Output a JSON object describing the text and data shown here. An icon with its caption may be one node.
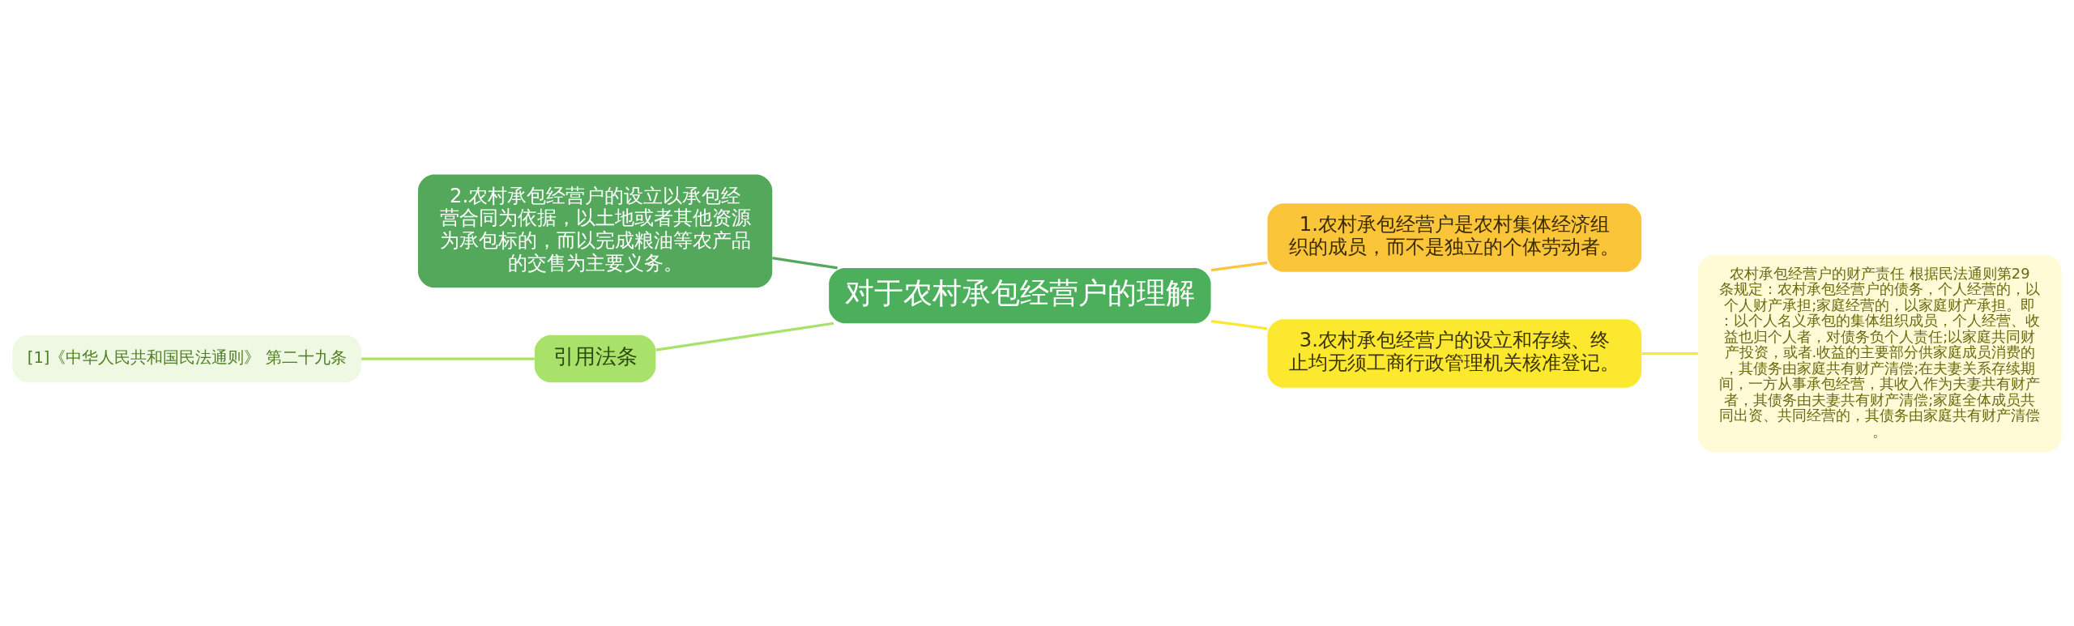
{
  "diagram": {
    "nodes": [
      {
        "text": [
          "对于农村承包经营户的理解"
        ]
      },
      {
        "text": [
          "2.农村承包经营户的设立以承包经营合同为依据，以土地或者其他资源为承包标的，而以完成粮油等农产品的交售为主要义务。"
        ]
      },
      {
        "text": [
          "引用法条"
        ]
      },
      {
        "text": [
          "[1]《中华人民共和国民法通则》 第二十九条"
        ]
      },
      {
        "text": [
          "1.农村承包经营户是农村集体经济组织的成员，而不是独立的个体劳动者。"
        ]
      },
      {
        "text": [
          "3.农村承包经营户的设立和存续、终止均无须工商行政管理机关核准登记。"
        ]
      },
      {
        "text": [
          "农村承包经营户的财产责任 根据民法通则第29条规定：农村承包经营户的债务，个人经营的，以个人财产承担;家庭经营的，以家庭财产承担。即：以个人名义承包的集体组织成员，个人经营、收益也归个人者，对债务负个人责任;以家庭共同财产投资，或者.收益的主要部分供家庭成员消费的，其债务由家庭共有财产清偿;在夫妻关系存续期间，一方从事承包经营，其收入作为夫妻共有财产者，其债务由夫妻共有财产清偿;家庭全体成员共同出资、共同经营的，其债务由家庭共有财产清偿。"
        ]
      }
    ],
    "edges": [
      {
        "from": 1,
        "to": 0,
        "arrow": "none"
      },
      {
        "from": 2,
        "to": 0,
        "arrow": "none"
      },
      {
        "from": 3,
        "to": 2,
        "arrow": "none"
      },
      {
        "from": 0,
        "to": 4,
        "arrow": "none"
      },
      {
        "from": 0,
        "to": 5,
        "arrow": "none"
      },
      {
        "from": 5,
        "to": 6,
        "arrow": "none"
      }
    ]
  }
}
